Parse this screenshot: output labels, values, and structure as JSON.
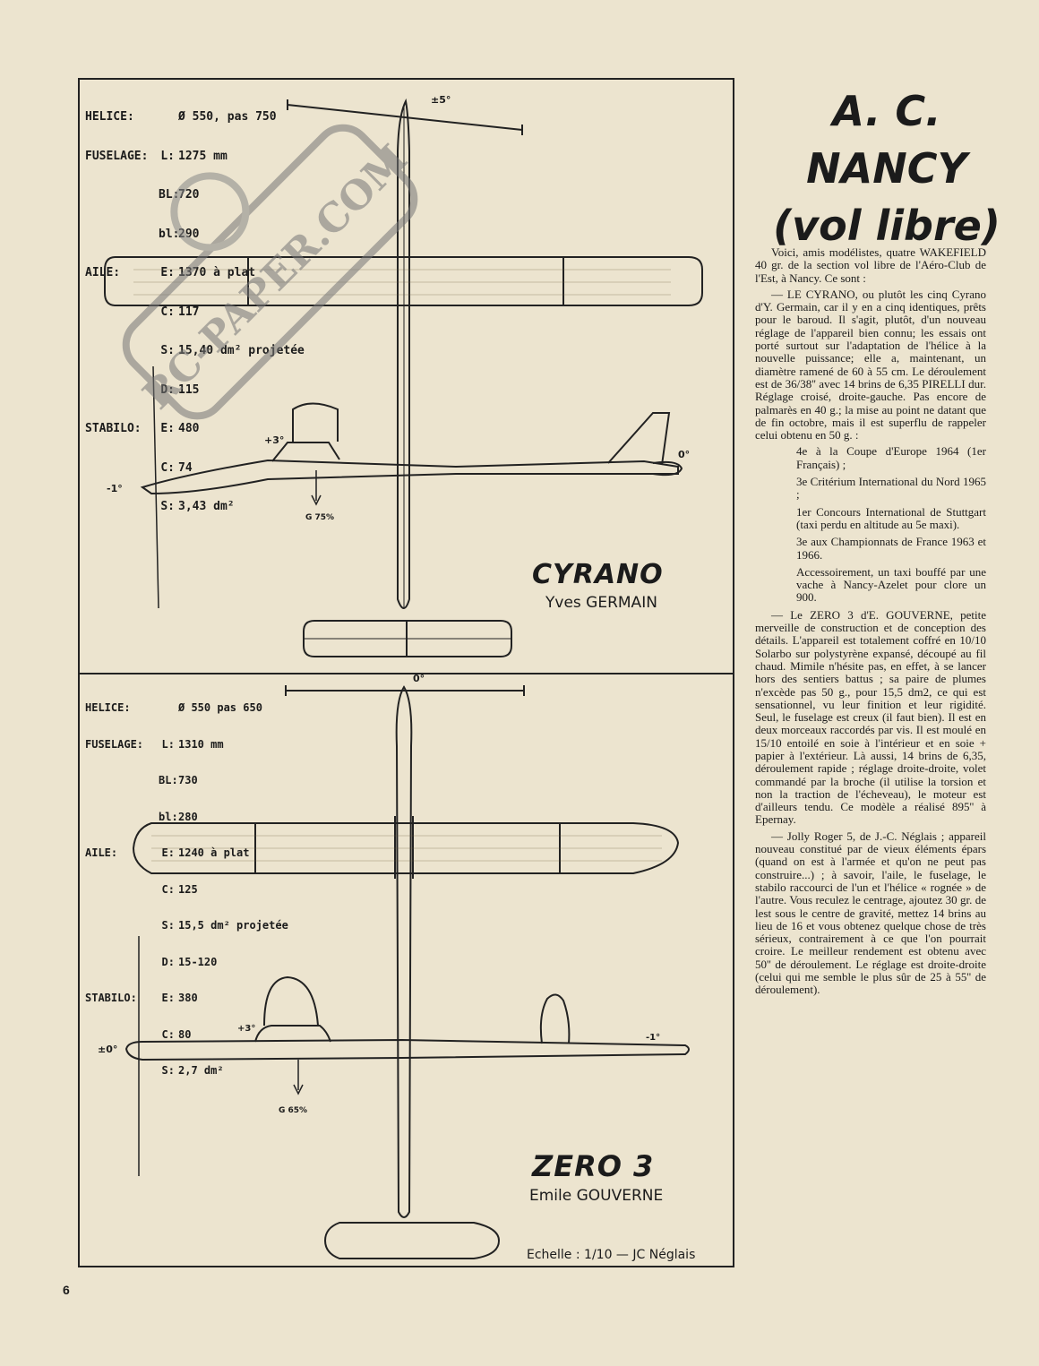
{
  "title": {
    "line1": "A. C.",
    "line2": "NANCY",
    "line3": "(vol libre)"
  },
  "page_number": "6",
  "watermark": "RC-PAPER.COM",
  "plans": [
    {
      "name": "CYRANO",
      "designer": "Yves GERMAIN",
      "specs": [
        [
          "HELICE:",
          "",
          "Ø 550, pas 750"
        ],
        [
          "FUSELAGE:",
          "L:",
          "1275 mm"
        ],
        [
          "",
          "BL:",
          "720"
        ],
        [
          "",
          "bl:",
          "290"
        ],
        [
          "AILE:",
          "E:",
          "1370 à plat"
        ],
        [
          "",
          "C:",
          "117"
        ],
        [
          "",
          "S:",
          "15,40 dm² projetée"
        ],
        [
          "",
          "D:",
          "115"
        ],
        [
          "STABILO:",
          "E:",
          "480"
        ],
        [
          "",
          "C:",
          "74"
        ],
        [
          "",
          "S:",
          "3,43 dm²"
        ]
      ],
      "angles": {
        "dihedral": "±5°",
        "wing": "+3°",
        "nose": "-1°",
        "tail": "0°"
      },
      "cg": "G 75%"
    },
    {
      "name": "ZERO 3",
      "designer": "Emile GOUVERNE",
      "specs": [
        [
          "HELICE:",
          "",
          "Ø 550 pas 650"
        ],
        [
          "FUSELAGE:",
          "L:",
          "1310 mm"
        ],
        [
          "",
          "BL:",
          "730"
        ],
        [
          "",
          "bl:",
          "280"
        ],
        [
          "AILE:",
          "E:",
          "1240 à plat"
        ],
        [
          "",
          "C:",
          "125"
        ],
        [
          "",
          "S:",
          "15,5 dm² projetée"
        ],
        [
          "",
          "D:",
          "15-120"
        ],
        [
          "STABILO:",
          "E:",
          "380"
        ],
        [
          "",
          "C:",
          "80"
        ],
        [
          "",
          "S:",
          "2,7 dm²"
        ]
      ],
      "angles": {
        "dihedral": "0°",
        "wing": "+3°",
        "nose": "±0°",
        "tail": "-1°"
      },
      "cg": "G 65%"
    }
  ],
  "scale_note": "Echelle : 1/10 — JC Néglais",
  "article": {
    "intro": "Voici, amis modélistes, quatre WAKEFIELD 40 gr. de la section vol libre de l'Aéro-Club de l'Est, à Nancy. Ce sont :",
    "cyrano": "— LE CYRANO, ou plutôt les cinq Cyrano d'Y. Germain, car il y en a cinq identiques, prêts pour le baroud. Il s'agit, plutôt, d'un nouveau réglage de l'appareil bien connu; les essais ont porté surtout sur l'adaptation de l'hélice à la nouvelle puissance; elle a, maintenant, un diamètre ramené de 60 à 55 cm. Le déroulement est de 36/38'' avec 14 brins de 6,35 PIRELLI dur. Réglage croisé, droite-gauche. Pas encore de palmarès en 40 g.; la mise au point ne datant que de fin octobre, mais il est superflu de rappeler celui obtenu en 50 g. :",
    "palmares": [
      "4e à la Coupe d'Europe 1964 (1er Français) ;",
      "3e Critérium International du Nord 1965 ;",
      "1er Concours International de Stuttgart (taxi perdu en altitude au 5e maxi).",
      "3e aux Championnats de France 1963 et 1966."
    ],
    "accessoire": "Accessoirement, un taxi bouffé par une vache à Nancy-Azelet pour clore un 900.",
    "zero3": "— Le ZERO 3 d'E. GOUVERNE, petite merveille de construction et de conception des détails. L'appareil est totalement coffré en 10/10 Solarbo sur polystyrène expansé, découpé au fil chaud. Mimile n'hésite pas, en effet, à se lancer hors des sentiers battus ; sa paire de plumes n'excède pas 50 g., pour 15,5 dm2, ce qui est sensationnel, vu leur finition et leur rigidité. Seul, le fuselage est creux (il faut bien). Il est en deux morceaux raccordés par vis. Il est moulé en 15/10 entoilé en soie à l'intérieur et en soie + papier à l'extérieur. Là aussi, 14 brins de 6,35, déroulement rapide ; réglage droite-droite, volet commandé par la broche (il utilise la torsion et non la traction de l'écheveau), le moteur est d'ailleurs tendu. Ce modèle a réalisé 895'' à Epernay.",
    "jolly": "— Jolly Roger 5, de J.-C. Néglais ; appareil nouveau constitué par de vieux éléments épars (quand on est à l'armée et qu'on ne peut pas construire...) ; à savoir, l'aile, le fuselage, le stabilo raccourci de l'un et l'hélice « rognée » de l'autre. Vous reculez le centrage, ajoutez 30 gr. de lest sous le centre de gravité, mettez 14 brins au lieu de 16 et vous obtenez quelque chose de très sérieux, contrairement à ce que l'on pourrait croire. Le meilleur rendement est obtenu avec 50'' de déroulement. Le réglage est droite-droite (celui qui me semble le plus sûr de 25 à 55'' de déroulement)."
  }
}
